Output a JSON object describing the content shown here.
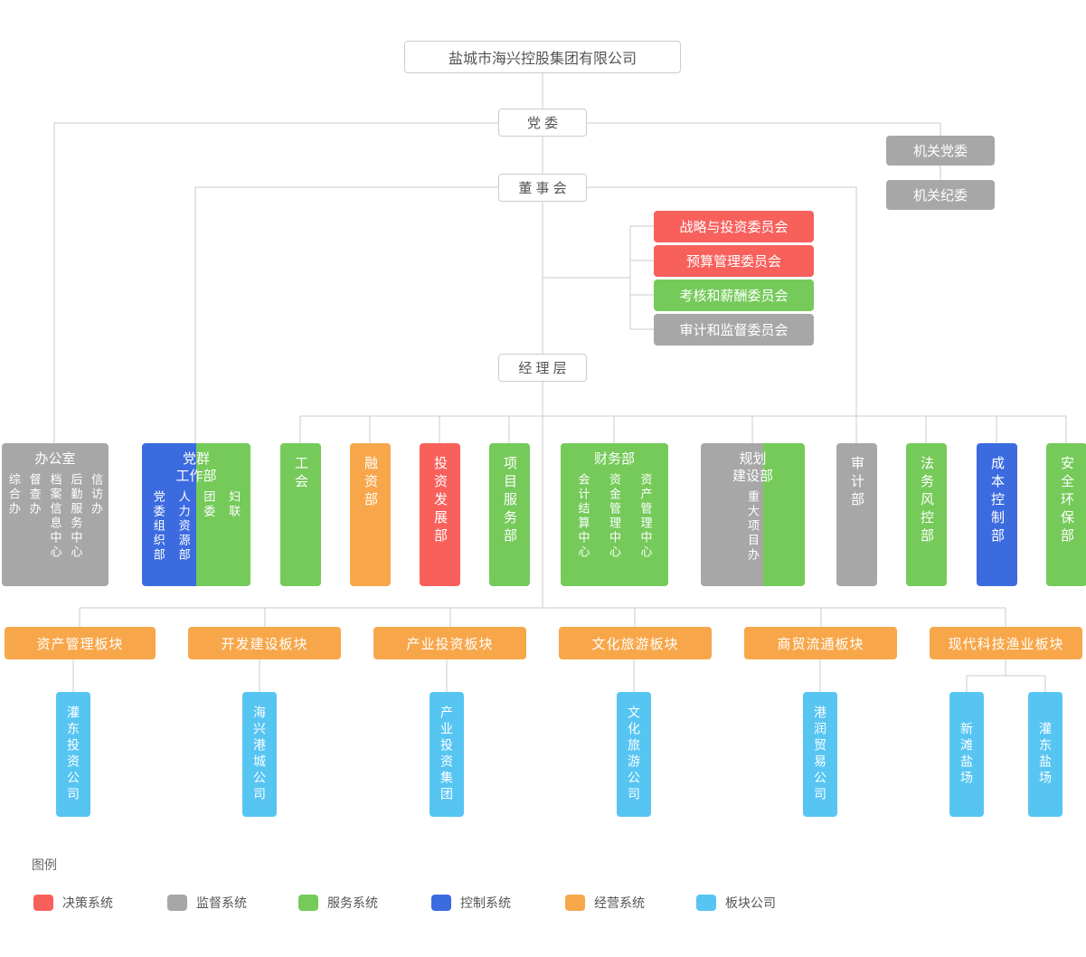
{
  "root": {
    "title": "盐城市海兴控股集团有限公司"
  },
  "nodes": {
    "party": "党 委",
    "board": "董 事 会",
    "management": "经 理 层",
    "organ_party": "机关党委",
    "organ_discipline": "机关纪委"
  },
  "committees": [
    {
      "label": "战略与投资委员会"
    },
    {
      "label": "预算管理委员会"
    },
    {
      "label": "考核和薪酬委员会"
    },
    {
      "label": "审计和监督委员会"
    }
  ],
  "departments": {
    "office": {
      "title": "办公室",
      "subs": [
        "综合办",
        "督查办",
        "档案信息中心",
        "后勤服务中心",
        "信访办"
      ]
    },
    "party_mass": {
      "title": "党群\n工作部",
      "subs": [
        "党委组织部",
        "人力资源部",
        "团委",
        "妇联"
      ]
    },
    "union": {
      "title": "工会"
    },
    "financing": {
      "title": "融资部"
    },
    "investment_dev": {
      "title": "投资发展部"
    },
    "project_service": {
      "title": "项目服务部"
    },
    "finance": {
      "title": "财务部",
      "subs": [
        "会计结算中心",
        "资金管理中心",
        "资产管理中心"
      ]
    },
    "planning": {
      "title": "规划\n建设部",
      "subs": [
        "重大项目办"
      ]
    },
    "audit": {
      "title": "审计部"
    },
    "legal": {
      "title": "法务风控部"
    },
    "cost": {
      "title": "成本控制部"
    },
    "safety": {
      "title": "安全环保部"
    }
  },
  "sectors": [
    {
      "label": "资产管理板块"
    },
    {
      "label": "开发建设板块"
    },
    {
      "label": "产业投资板块"
    },
    {
      "label": "文化旅游板块"
    },
    {
      "label": "商贸流通板块"
    },
    {
      "label": "现代科技渔业板块"
    }
  ],
  "companies": [
    {
      "name": "灌东投资公司"
    },
    {
      "name": "海兴港城公司"
    },
    {
      "name": "产业投资集团"
    },
    {
      "name": "文化旅游公司"
    },
    {
      "name": "港润贸易公司"
    },
    {
      "name": "新滩盐场"
    },
    {
      "name": "灌东盐场"
    }
  ],
  "legend": {
    "title": "图例",
    "items": [
      {
        "label": "决策系统",
        "color": "#f8605c"
      },
      {
        "label": "监督系统",
        "color": "#a7a7a7"
      },
      {
        "label": "服务系统",
        "color": "#75ca5a"
      },
      {
        "label": "控制系统",
        "color": "#3c6be0"
      },
      {
        "label": "经营系统",
        "color": "#f7a74a"
      },
      {
        "label": "板块公司",
        "color": "#57c5f2"
      }
    ]
  },
  "colors": {
    "decision": "#f8605c",
    "supervision": "#a7a7a7",
    "service": "#75ca5a",
    "control": "#3c6be0",
    "operation": "#f7a74a",
    "sector_company": "#57c5f2",
    "connector_line": "#cbcbcb"
  }
}
